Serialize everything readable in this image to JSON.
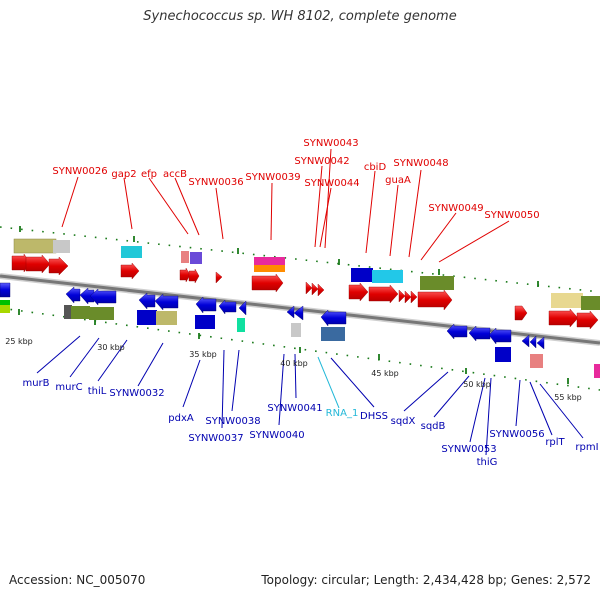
{
  "title": "Synechococcus sp. WH 8102, complete genome",
  "footer": {
    "accession": "Accession: NC_005070",
    "topology": "Topology: circular; Length: 2,434,428 bp; Genes: 2,572"
  },
  "scale": {
    "ticks": [
      "25 kbp",
      "30 kbp",
      "35 kbp",
      "40 kbp",
      "45 kbp",
      "50 kbp",
      "55 kbp"
    ]
  },
  "labels": {
    "top": [
      "SYNW0026",
      "gap2",
      "efp",
      "accB",
      "SYNW0036",
      "SYNW0039",
      "SYNW0043",
      "SYNW0042",
      "SYNW0044",
      "cbiD",
      "SYNW0048",
      "guaA",
      "SYNW0049",
      "SYNW0050"
    ],
    "bottom": [
      "murB",
      "murC",
      "thiL",
      "SYNW0032",
      "pdxA",
      "SYNW0038",
      "SYNW0037",
      "SYNW0041",
      "SYNW0040",
      "RNA_1",
      "DHSS",
      "sqdX",
      "sqdB",
      "SYNW0053",
      "thiG",
      "SYNW0056",
      "rplT",
      "rpmI"
    ]
  },
  "colors": {
    "forward_gene": "#e00000",
    "reverse_gene": "#0000d0",
    "rna": "#22b8d8",
    "backbone": "#808080",
    "tick": "#1a7a1a"
  }
}
